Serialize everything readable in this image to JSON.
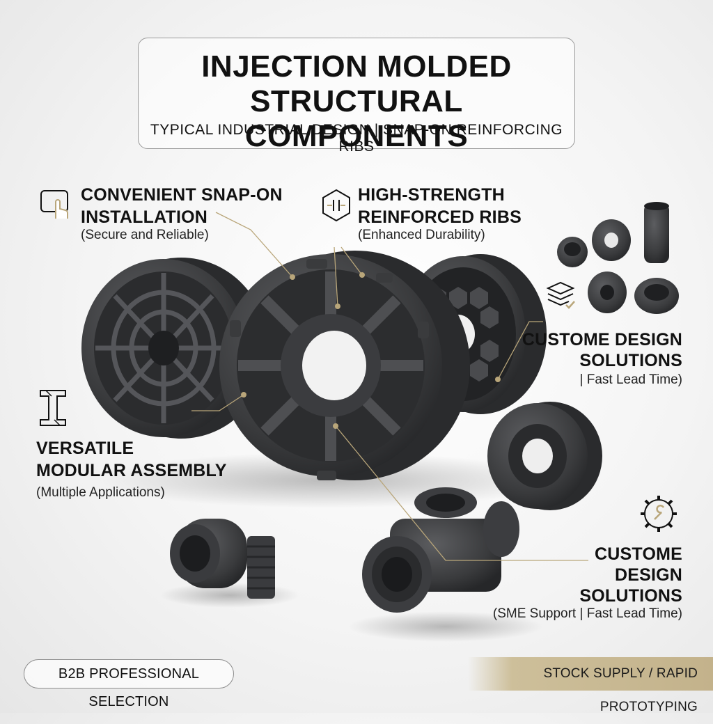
{
  "header": {
    "title_line1": "INJECTION MOLDED",
    "title_line2": "STRUCTURAL COMPONENTS",
    "subtitle": "TYPICAL INDUSTRIAL DESIGN | SNAP-ON REINFORCING RIBS"
  },
  "features": {
    "snap_on": {
      "title_line1": "CONVENIENT SNAP-ON",
      "title_line2": "INSTALLATION",
      "sub": "(Secure and Reliable)",
      "icon": "hand-pointer-icon"
    },
    "ribs": {
      "title_line1": "HIGH-STRENGTH",
      "title_line2": "REINFORCED RIBS",
      "sub": "(Enhanced Durability)",
      "icon": "hexagon-compress-icon"
    },
    "modular": {
      "title_line1": "VERSATILE",
      "title_line2": "MODULAR ASSEMBLY",
      "sub": "(Multiple Applications)",
      "icon": "i-beam-icon"
    },
    "custom1": {
      "title_line1": "CUSTOME DESIGN",
      "title_line2": "SOLUTIONS",
      "sub": "| Fast Lead Time)",
      "icon": "layers-check-icon"
    },
    "custom2": {
      "title_line1": "CUSTOME",
      "title_line2": "DESIGN",
      "title_line3": "SOLUTIONS",
      "sub": "(SME Support | Fast Lead Time)",
      "icon": "gear-wrench-icon"
    }
  },
  "footer": {
    "pill": "B2B PROFESSIONAL SELECTION",
    "banner": "STOCK SUPPLY / RAPID PROTOTYPING"
  },
  "colors": {
    "part": "#3d3e40",
    "part_dark": "#242527",
    "part_light": "#5a5b5e",
    "leader": "#b9a67a",
    "banner": "#c6b58e"
  }
}
